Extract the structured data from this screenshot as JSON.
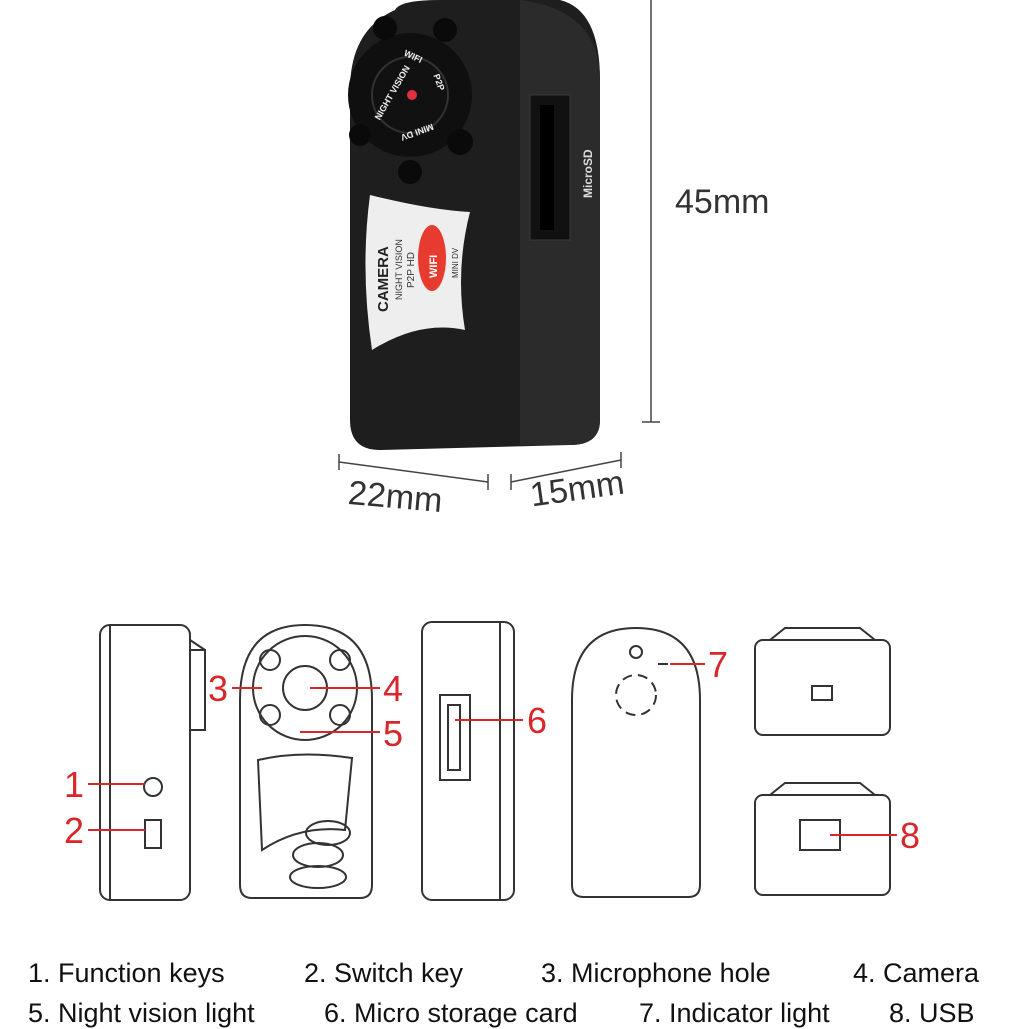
{
  "product": {
    "lens_ring_text": [
      "NIGHT VISION",
      "WIFI",
      "P2P",
      "MINI DV"
    ],
    "label_text": [
      "CAMERA",
      "NIGHT VISION",
      "P2P HD",
      "WIFI",
      "MINI DV"
    ],
    "side_text": "MicroSD"
  },
  "dimensions": {
    "height": "45mm",
    "width": "22mm",
    "depth": "15mm"
  },
  "callouts": [
    "1",
    "2",
    "3",
    "4",
    "5",
    "6",
    "7",
    "8"
  ],
  "legend": {
    "row1": [
      "1. Function keys",
      "2. Switch key",
      "3. Microphone hole",
      "4. Camera"
    ],
    "row2": [
      "5. Night vision light",
      "6. Micro storage card",
      "7. Indicator light",
      "8. USB"
    ]
  },
  "colors": {
    "accent": "#d8262b",
    "body": "#1e1e1e"
  }
}
